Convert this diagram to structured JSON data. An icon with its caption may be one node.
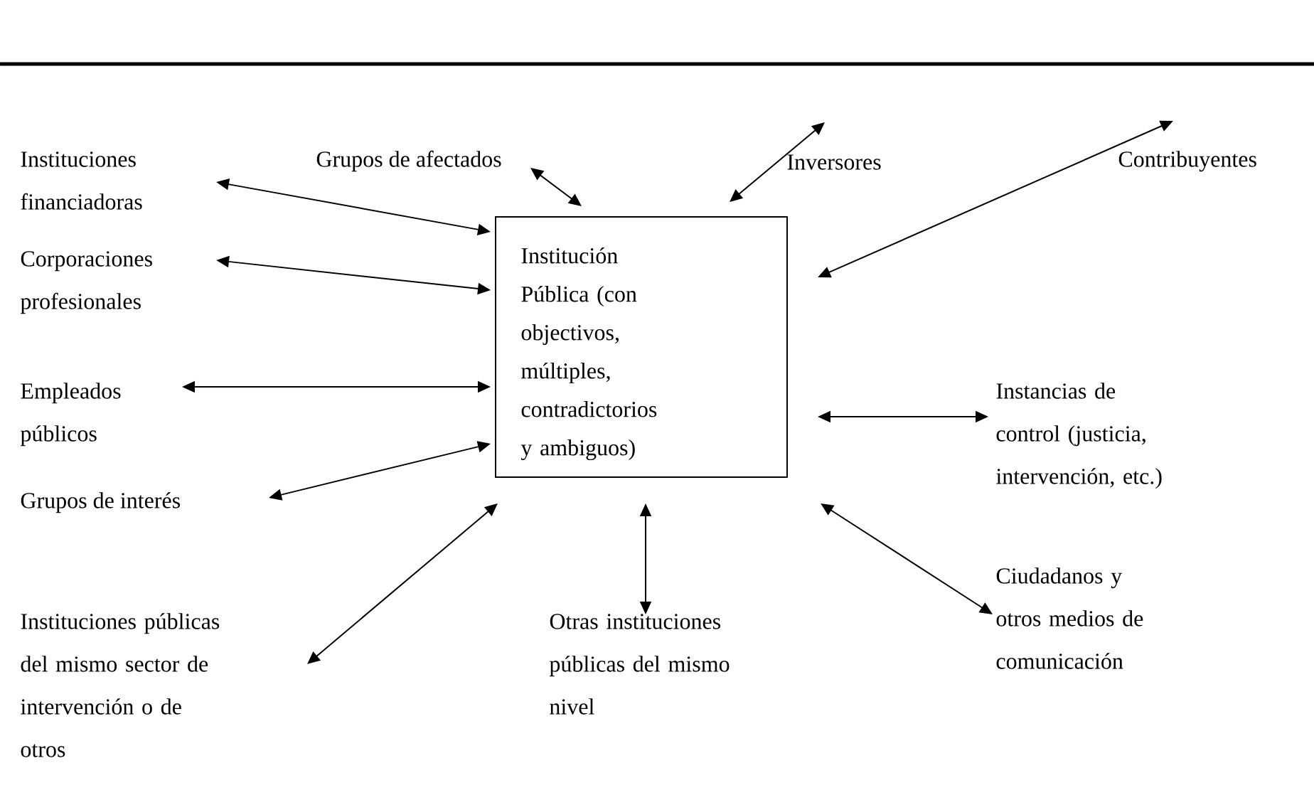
{
  "diagram": {
    "nodes": [
      {
        "text": [
          "Institución Pública (con objectivos, múltiples, contradictorios y ambiguos)"
        ]
      },
      {
        "text": [
          "Instituciones financiadoras"
        ]
      },
      {
        "text": [
          "Grupos de afectados"
        ]
      },
      {
        "text": [
          "Inversores"
        ]
      },
      {
        "text": [
          "Contribuyentes"
        ]
      },
      {
        "text": [
          "Corporaciones profesionales"
        ]
      },
      {
        "text": [
          "Empleados públicos"
        ]
      },
      {
        "text": [
          "Grupos de interés"
        ]
      },
      {
        "text": [
          "Instancias de control (justicia, intervención, etc.)"
        ]
      },
      {
        "text": [
          "Instituciones públicas del mismo sector de intervención o de otros"
        ]
      },
      {
        "text": [
          "Otras instituciones públicas del mismo nivel"
        ]
      },
      {
        "text": [
          "Ciudadanos y otros medios de comunicación"
        ]
      }
    ],
    "edges": [
      {
        "from": 1,
        "to": 0,
        "arrow": "both"
      },
      {
        "from": 2,
        "to": 0,
        "arrow": "both"
      },
      {
        "from": 3,
        "to": 0,
        "arrow": "both"
      },
      {
        "from": 4,
        "to": 0,
        "arrow": "both"
      },
      {
        "from": 5,
        "to": 0,
        "arrow": "both"
      },
      {
        "from": 6,
        "to": 0,
        "arrow": "both"
      },
      {
        "from": 7,
        "to": 0,
        "arrow": "both"
      },
      {
        "from": 9,
        "to": 0,
        "arrow": "both"
      },
      {
        "from": 10,
        "to": 0,
        "arrow": "both"
      },
      {
        "from": 11,
        "to": 0,
        "arrow": "both"
      },
      {
        "from": 8,
        "to": 0,
        "arrow": "both"
      }
    ]
  }
}
